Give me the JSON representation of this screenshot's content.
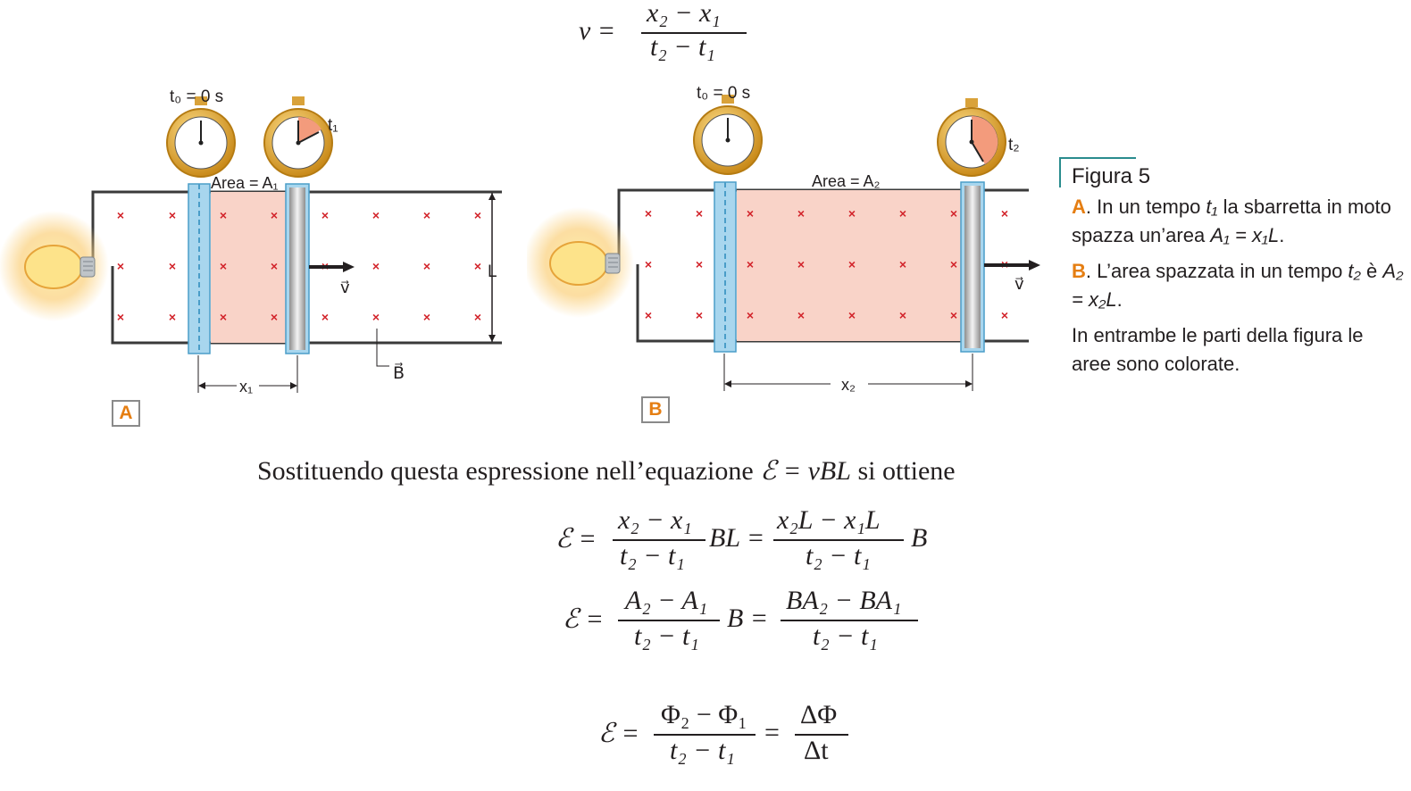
{
  "top_formula": {
    "lhs": "v =",
    "num": "x₂ − x₁",
    "den": "t₂ − t₁"
  },
  "figure_a": {
    "t0_label": "t₀ = 0 s",
    "t1_label": "t₁",
    "area_label": "Area = A₁",
    "v_label": "v⃗",
    "l_label": "L",
    "b_label": "B⃗",
    "x_label": "x₁",
    "tag": "A"
  },
  "figure_b": {
    "t0_label": "t₀ = 0 s",
    "t2_label": "t₂",
    "area_label": "Area = A₂",
    "v_label": "v⃗",
    "x_label": "x₂",
    "tag": "B"
  },
  "caption": {
    "title": "Figura 5",
    "a_tag": "A",
    "a_text_1": ". In un tempo ",
    "a_t1": "t₁",
    "a_text_2": " la sbarretta in moto spazza un’area ",
    "a_expr": "A₁ = x₁L",
    "a_end": ".",
    "b_tag": "B",
    "b_text_1": ". L’area spazzata in un tempo ",
    "b_t2": "t₂",
    "b_text_2": " è ",
    "b_expr": "A₂ = x₂L",
    "b_end": ".",
    "note": "In entrambe le parti della figura le aree sono colorate."
  },
  "sentence": {
    "text_1": "Sostituendo questa espressione nell’equazione ",
    "equation": "ℰ = vBL",
    "text_2": " si ottiene"
  },
  "eq1": {
    "lhs": "ℰ =",
    "f1_num": "x₂ − x₁",
    "f1_den": "t₂ − t₁",
    "mid": "BL =",
    "f2_num": "x₂L − x₁L",
    "f2_den": "t₂ − t₁",
    "tail": "B"
  },
  "eq2": {
    "lhs": "ℰ =",
    "f1_num": "A₂ − A₁",
    "f1_den": "t₂ − t₁",
    "mid": "B =",
    "f2_num": "BA₂ − BA₁",
    "f2_den": "t₂ − t₁"
  },
  "eq3": {
    "lhs": "ℰ =",
    "f1_num": "Φ₂ − Φ₁",
    "f1_den": "t₂ − t₁",
    "mid": "=",
    "f2_num": "ΔΦ",
    "f2_den": "Δt"
  },
  "colors": {
    "accent_orange": "#e57e12",
    "area_pink": "#f9d3c8",
    "bar_blue": "#9fd0ea",
    "field_red": "#d2232a",
    "caption_rule": "#2a8c8e"
  }
}
